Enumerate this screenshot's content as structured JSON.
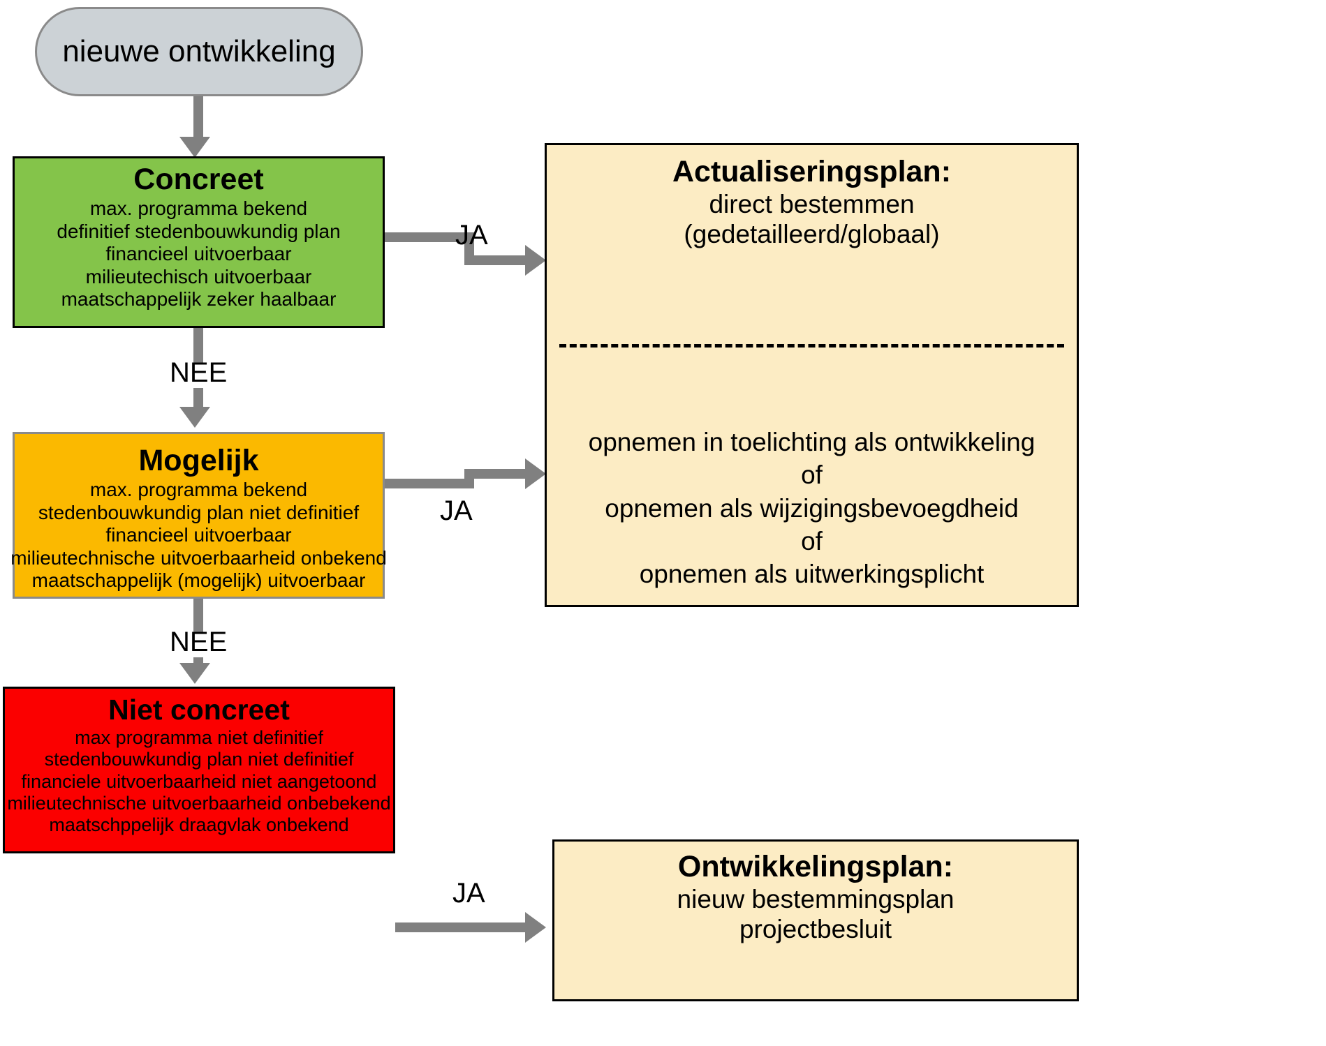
{
  "diagram": {
    "title": "Beoordeling nieuwe ontwikkeling",
    "colors": {
      "start_fill": "#ccd2d6",
      "concreet_fill": "#84c44a",
      "mogelijk_fill": "#fbb900",
      "niet_concreet_fill": "#fb0000",
      "outcome_fill": "#fcecc4",
      "connector": "#808080",
      "border_dark": "#000000",
      "border_grey": "#8a8a8a"
    },
    "start": {
      "label": "nieuwe ontwikkeling"
    },
    "nodes": {
      "concreet": {
        "title": "Concreet",
        "criteria": [
          "max. programma bekend",
          "definitief stedenbouwkundig plan",
          "financieel uitvoerbaar",
          "milieutechisch uitvoerbaar",
          "maatschappelijk zeker haalbaar"
        ]
      },
      "mogelijk": {
        "title": "Mogelijk",
        "criteria": [
          "max. programma bekend",
          "stedenbouwkundig plan niet definitief",
          "financieel uitvoerbaar",
          "milieutechnische uitvoerbaarheid onbekend",
          "maatschappelijk (mogelijk) uitvoerbaar"
        ]
      },
      "niet_concreet": {
        "title": "Niet concreet",
        "criteria": [
          "max programma niet definitief",
          "stedenbouwkundig plan niet definitief",
          "financiele uitvoerbaarheid niet aangetoond",
          "milieutechnische uitvoerbaarheid onbebekend",
          "maatschppelijk draagvlak onbekend"
        ]
      },
      "actualiseringsplan": {
        "title": "Actualiseringsplan:",
        "upper_lines": [
          "direct bestemmen",
          "(gedetailleerd/globaal)"
        ],
        "lower_lines": [
          "opnemen in toelichting als ontwikkeling",
          "of",
          "opnemen als wijzigingsbevoegdheid",
          "of",
          "opnemen als uitwerkingsplicht"
        ]
      },
      "ontwikkelingsplan": {
        "title": "Ontwikkelingsplan:",
        "lines": [
          "nieuw bestemmingsplan",
          "projectbesluit"
        ]
      }
    },
    "edges": {
      "start_to_concreet": {
        "label": ""
      },
      "concreet_yes": {
        "label": "JA"
      },
      "concreet_no": {
        "label": "NEE"
      },
      "mogelijk_yes": {
        "label": "JA"
      },
      "mogelijk_no": {
        "label": "NEE"
      },
      "niet_concreet_yes": {
        "label": "JA"
      }
    }
  }
}
